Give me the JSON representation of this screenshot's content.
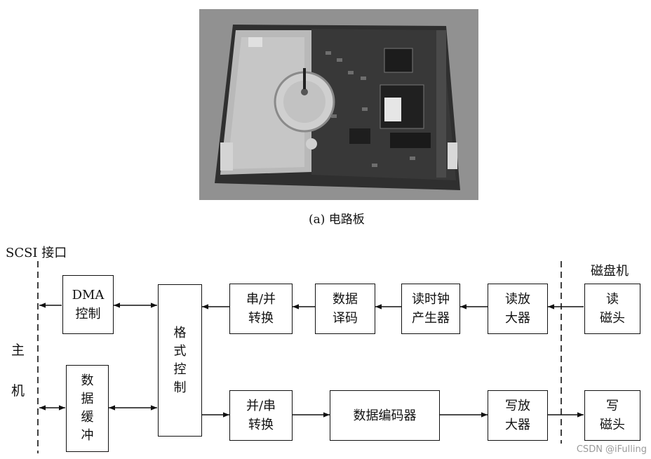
{
  "photo": {
    "caption": "(a) 电路板"
  },
  "diagram": {
    "interface_label": "SCSI 接口",
    "host_char1": "主",
    "host_char2": "机",
    "disk_label": "磁盘机",
    "boxes": {
      "dma": "DMA\n控制",
      "buffer": "数\n据\n缓\n冲",
      "format": "格\n式\n控\n制",
      "s2p": "串/并\n转换",
      "p2s": "并/串\n转换",
      "decode": "数据\n译码",
      "clock": "读时钟\n产生器",
      "read_amp": "读放\n大器",
      "read_head": "读\n磁头",
      "encoder": "数据编码器",
      "write_amp": "写放\n大器",
      "write_head": "写\n磁头"
    }
  },
  "watermark": "CSDN @iFulling"
}
